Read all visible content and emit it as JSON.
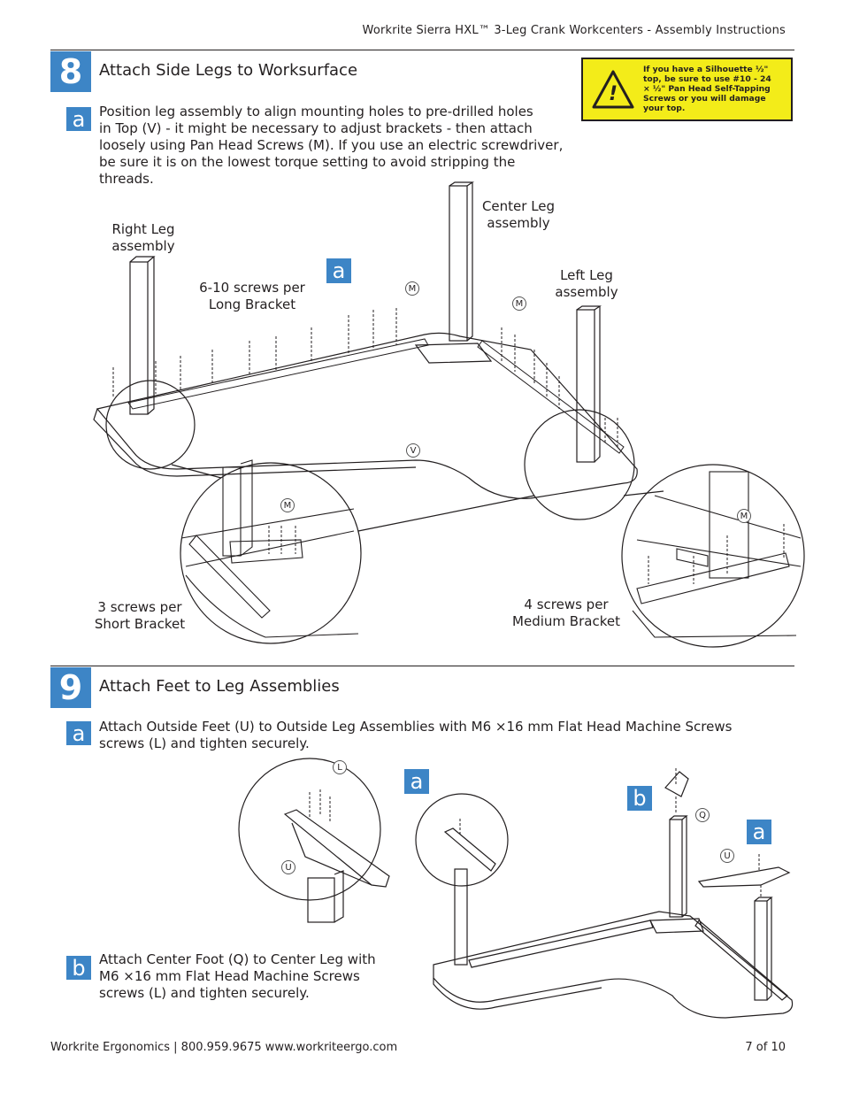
{
  "header": {
    "title": "Workrite Sierra HXL™ 3-Leg Crank Workcenters - Assembly Instructions"
  },
  "step8": {
    "number": "8",
    "title": "Attach Side Legs to Worksurface",
    "sub_a": {
      "letter": "a",
      "lines": [
        "Position leg assembly to align mounting holes to pre-drilled holes",
        "in Top (V) - it might be necessary to adjust brackets - then attach",
        "loosely using Pan Head Screws (M). If you use an electric screwdriver,",
        "be sure it is on the lowest torque setting to avoid stripping the",
        "threads."
      ]
    },
    "warning": {
      "symbol": "!",
      "lines": [
        "If you have a Silhouette ½\"",
        "top, be sure to use #10 - 24",
        "× ½\" Pan Head Self-Tapping",
        "Screws or you will damage",
        "your top."
      ]
    },
    "diagram": {
      "badge": "a",
      "right_leg": [
        "Right Leg",
        "assembly"
      ],
      "center_leg": [
        "Center Leg",
        "assembly"
      ],
      "left_leg": [
        "Left Leg",
        "assembly"
      ],
      "long_bracket": [
        "6-10 screws per",
        "Long Bracket"
      ],
      "short_bracket": [
        "3 screws per",
        "Short Bracket"
      ],
      "medium_bracket": [
        "4 screws per",
        "Medium Bracket"
      ],
      "callouts": {
        "m": "M",
        "v": "V"
      }
    }
  },
  "step9": {
    "number": "9",
    "title": "Attach Feet to Leg Assemblies",
    "sub_a": {
      "letter": "a",
      "lines": [
        "Attach Outside Feet (U) to Outside Leg Assemblies with M6 ×16 mm Flat Head Machine Screws",
        "screws (L) and tighten securely."
      ]
    },
    "sub_b": {
      "letter": "b",
      "lines": [
        "Attach Center Foot (Q) to Center Leg with",
        "M6 ×16 mm Flat Head Machine Screws",
        "screws (L) and tighten securely."
      ]
    },
    "diagram": {
      "badge_a": "a",
      "badge_b": "b",
      "callouts": {
        "l": "L",
        "u": "U",
        "q": "Q"
      }
    }
  },
  "footer": {
    "left": "Workrite Ergonomics  |  800.959.9675  www.workriteergo.com",
    "page": "7 of 10"
  },
  "colors": {
    "accent": "#3d85c6",
    "warning": "#f3ec19",
    "ink": "#231f20"
  }
}
